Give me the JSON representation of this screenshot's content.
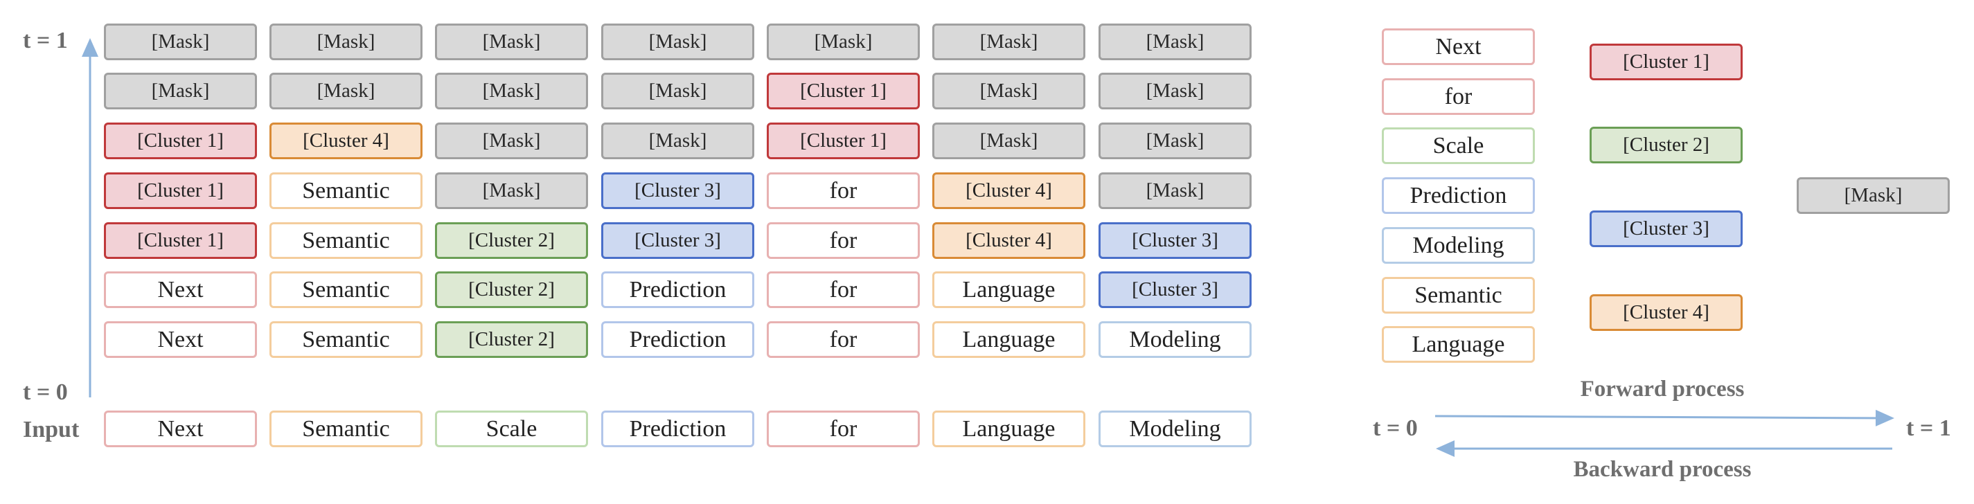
{
  "labels": {
    "t1": "t = 1",
    "t0": "t = 0",
    "input": "Input",
    "legend_t0": "t = 0",
    "legend_t1": "t = 1",
    "forward": "Forward process",
    "backward": "Backward process"
  },
  "colors": {
    "mask_fill": "#d9d9d9",
    "cluster1": "#c0393b",
    "cluster2": "#6b9f56",
    "cluster3": "#4a6fc9",
    "cluster4": "#d98b36",
    "axis_arrow": "#8eb3db"
  },
  "grid_rows": [
    [
      {
        "text": "[Mask]",
        "type": "mask"
      },
      {
        "text": "[Mask]",
        "type": "mask"
      },
      {
        "text": "[Mask]",
        "type": "mask"
      },
      {
        "text": "[Mask]",
        "type": "mask"
      },
      {
        "text": "[Mask]",
        "type": "mask"
      },
      {
        "text": "[Mask]",
        "type": "mask"
      },
      {
        "text": "[Mask]",
        "type": "mask"
      }
    ],
    [
      {
        "text": "[Mask]",
        "type": "mask"
      },
      {
        "text": "[Mask]",
        "type": "mask"
      },
      {
        "text": "[Mask]",
        "type": "mask"
      },
      {
        "text": "[Mask]",
        "type": "mask"
      },
      {
        "text": "[Cluster 1]",
        "type": "c1"
      },
      {
        "text": "[Mask]",
        "type": "mask"
      },
      {
        "text": "[Mask]",
        "type": "mask"
      }
    ],
    [
      {
        "text": "[Cluster 1]",
        "type": "c1"
      },
      {
        "text": "[Cluster 4]",
        "type": "c4"
      },
      {
        "text": "[Mask]",
        "type": "mask"
      },
      {
        "text": "[Mask]",
        "type": "mask"
      },
      {
        "text": "[Cluster 1]",
        "type": "c1"
      },
      {
        "text": "[Mask]",
        "type": "mask"
      },
      {
        "text": "[Mask]",
        "type": "mask"
      }
    ],
    [
      {
        "text": "[Cluster 1]",
        "type": "c1"
      },
      {
        "text": "Semantic",
        "type": "w-orange"
      },
      {
        "text": "[Mask]",
        "type": "mask"
      },
      {
        "text": "[Cluster 3]",
        "type": "c3"
      },
      {
        "text": "for",
        "type": "w-red"
      },
      {
        "text": "[Cluster 4]",
        "type": "c4"
      },
      {
        "text": "[Mask]",
        "type": "mask"
      }
    ],
    [
      {
        "text": "[Cluster 1]",
        "type": "c1"
      },
      {
        "text": "Semantic",
        "type": "w-orange"
      },
      {
        "text": "[Cluster 2]",
        "type": "c2"
      },
      {
        "text": "[Cluster 3]",
        "type": "c3"
      },
      {
        "text": "for",
        "type": "w-red"
      },
      {
        "text": "[Cluster 4]",
        "type": "c4"
      },
      {
        "text": "[Cluster 3]",
        "type": "c3"
      }
    ],
    [
      {
        "text": "Next",
        "type": "w-red"
      },
      {
        "text": "Semantic",
        "type": "w-orange"
      },
      {
        "text": "[Cluster 2]",
        "type": "c2"
      },
      {
        "text": "Prediction",
        "type": "w-blue"
      },
      {
        "text": "for",
        "type": "w-red"
      },
      {
        "text": "Language",
        "type": "w-orange"
      },
      {
        "text": "[Cluster 3]",
        "type": "c3"
      }
    ],
    [
      {
        "text": "Next",
        "type": "w-red"
      },
      {
        "text": "Semantic",
        "type": "w-orange"
      },
      {
        "text": "[Cluster 2]",
        "type": "c2"
      },
      {
        "text": "Prediction",
        "type": "w-blue"
      },
      {
        "text": "for",
        "type": "w-red"
      },
      {
        "text": "Language",
        "type": "w-orange"
      },
      {
        "text": "Modeling",
        "type": "w-lblue"
      }
    ]
  ],
  "input_row": [
    {
      "text": "Next",
      "type": "w-red"
    },
    {
      "text": "Semantic",
      "type": "w-orange"
    },
    {
      "text": "Scale",
      "type": "w-green"
    },
    {
      "text": "Prediction",
      "type": "w-blue"
    },
    {
      "text": "for",
      "type": "w-red"
    },
    {
      "text": "Language",
      "type": "w-orange"
    },
    {
      "text": "Modeling",
      "type": "w-lblue"
    }
  ],
  "legend_words": [
    {
      "text": "Next",
      "type": "w-red"
    },
    {
      "text": "for",
      "type": "w-red"
    },
    {
      "text": "Scale",
      "type": "w-green"
    },
    {
      "text": "Prediction",
      "type": "w-blue"
    },
    {
      "text": "Modeling",
      "type": "w-lblue"
    },
    {
      "text": "Semantic",
      "type": "w-orange"
    },
    {
      "text": "Language",
      "type": "w-orange"
    }
  ],
  "legend_clusters": [
    {
      "text": "[Cluster 1]",
      "type": "c1"
    },
    {
      "text": "[Cluster 2]",
      "type": "c2"
    },
    {
      "text": "[Cluster 3]",
      "type": "c3"
    },
    {
      "text": "[Cluster 4]",
      "type": "c4"
    }
  ],
  "legend_mask": {
    "text": "[Mask]",
    "type": "mask"
  }
}
